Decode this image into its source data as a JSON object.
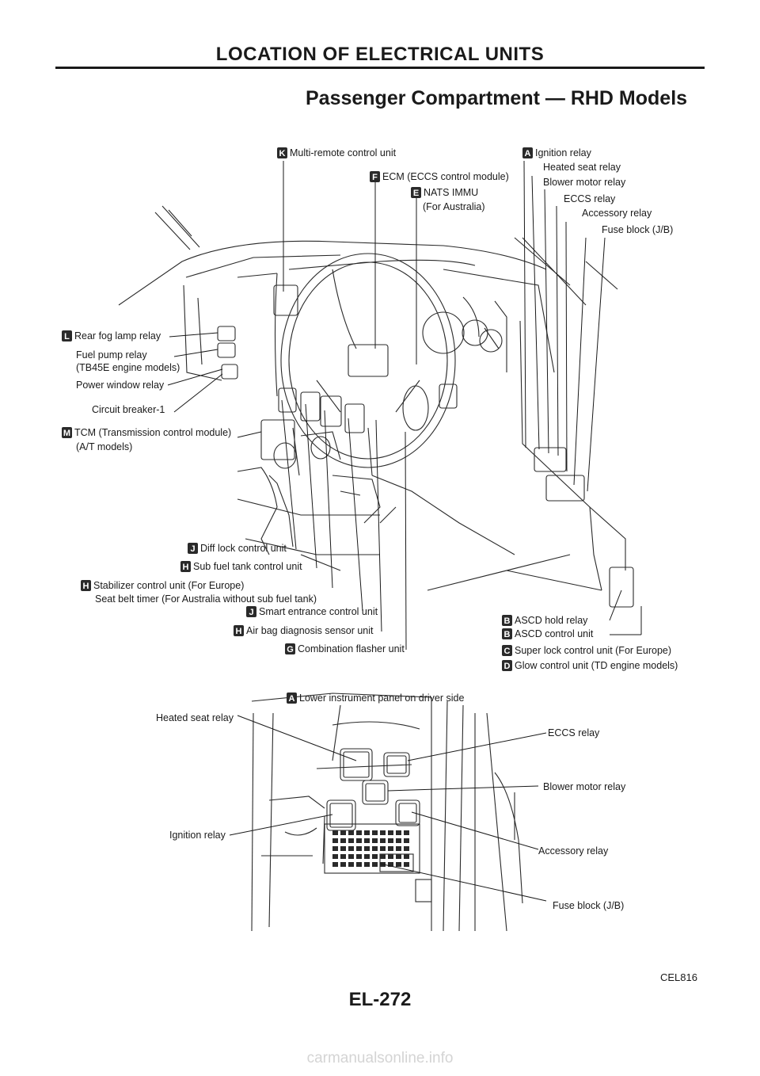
{
  "header": {
    "title": "LOCATION OF ELECTRICAL UNITS"
  },
  "section": {
    "title": "Passenger Compartment — RHD Models"
  },
  "top_figure": {
    "labels": [
      {
        "badge": "K",
        "text": "Multi-remote control unit"
      },
      {
        "badge": "F",
        "text": "ECM (ECCS control module)"
      },
      {
        "badge": "E",
        "text": "NATS IMMU"
      },
      {
        "badge": "",
        "text": "(For Australia)"
      },
      {
        "badge": "A",
        "text": "Ignition relay"
      },
      {
        "badge": "",
        "text": "Heated seat relay"
      },
      {
        "badge": "",
        "text": "Blower motor relay"
      },
      {
        "badge": "",
        "text": "ECCS relay"
      },
      {
        "badge": "",
        "text": "Accessory relay"
      },
      {
        "badge": "",
        "text": "Fuse block (J/B)"
      },
      {
        "badge": "L",
        "text": "Rear fog lamp relay"
      },
      {
        "badge": "",
        "text": "Fuel pump relay"
      },
      {
        "badge": "",
        "text": "(TB45E engine models)"
      },
      {
        "badge": "",
        "text": "Power window relay"
      },
      {
        "badge": "",
        "text": "Circuit breaker-1"
      },
      {
        "badge": "M",
        "text": "TCM (Transmission control module)"
      },
      {
        "badge": "",
        "text": "(A/T models)"
      },
      {
        "badge": "J",
        "text": "Diff lock control unit"
      },
      {
        "badge": "H",
        "text": "Sub fuel tank control unit"
      },
      {
        "badge": "H",
        "text": "Stabilizer control unit (For Europe)"
      },
      {
        "badge": "",
        "text": "Seat belt timer (For Australia without sub fuel tank)"
      },
      {
        "badge": "J",
        "text": "Smart entrance control unit"
      },
      {
        "badge": "H",
        "text": "Air bag diagnosis sensor unit"
      },
      {
        "badge": "G",
        "text": "Combination flasher unit"
      },
      {
        "badge": "B",
        "text": "ASCD hold relay"
      },
      {
        "badge": "B",
        "text": "ASCD control unit"
      },
      {
        "badge": "C",
        "text": "Super lock control unit (For Europe)"
      },
      {
        "badge": "D",
        "text": "Glow control unit (TD engine models)"
      }
    ]
  },
  "bottom_figure": {
    "title_badge": "A",
    "title": "Lower instrument panel on driver side",
    "labels": [
      {
        "text": "Heated seat relay"
      },
      {
        "text": "ECCS relay"
      },
      {
        "text": "Blower motor relay"
      },
      {
        "text": "Ignition relay"
      },
      {
        "text": "Accessory relay"
      },
      {
        "text": "Fuse block (J/B)"
      }
    ]
  },
  "figure_code": "CEL816",
  "page_number": "EL-272",
  "watermark": "carmanualsonline.info"
}
